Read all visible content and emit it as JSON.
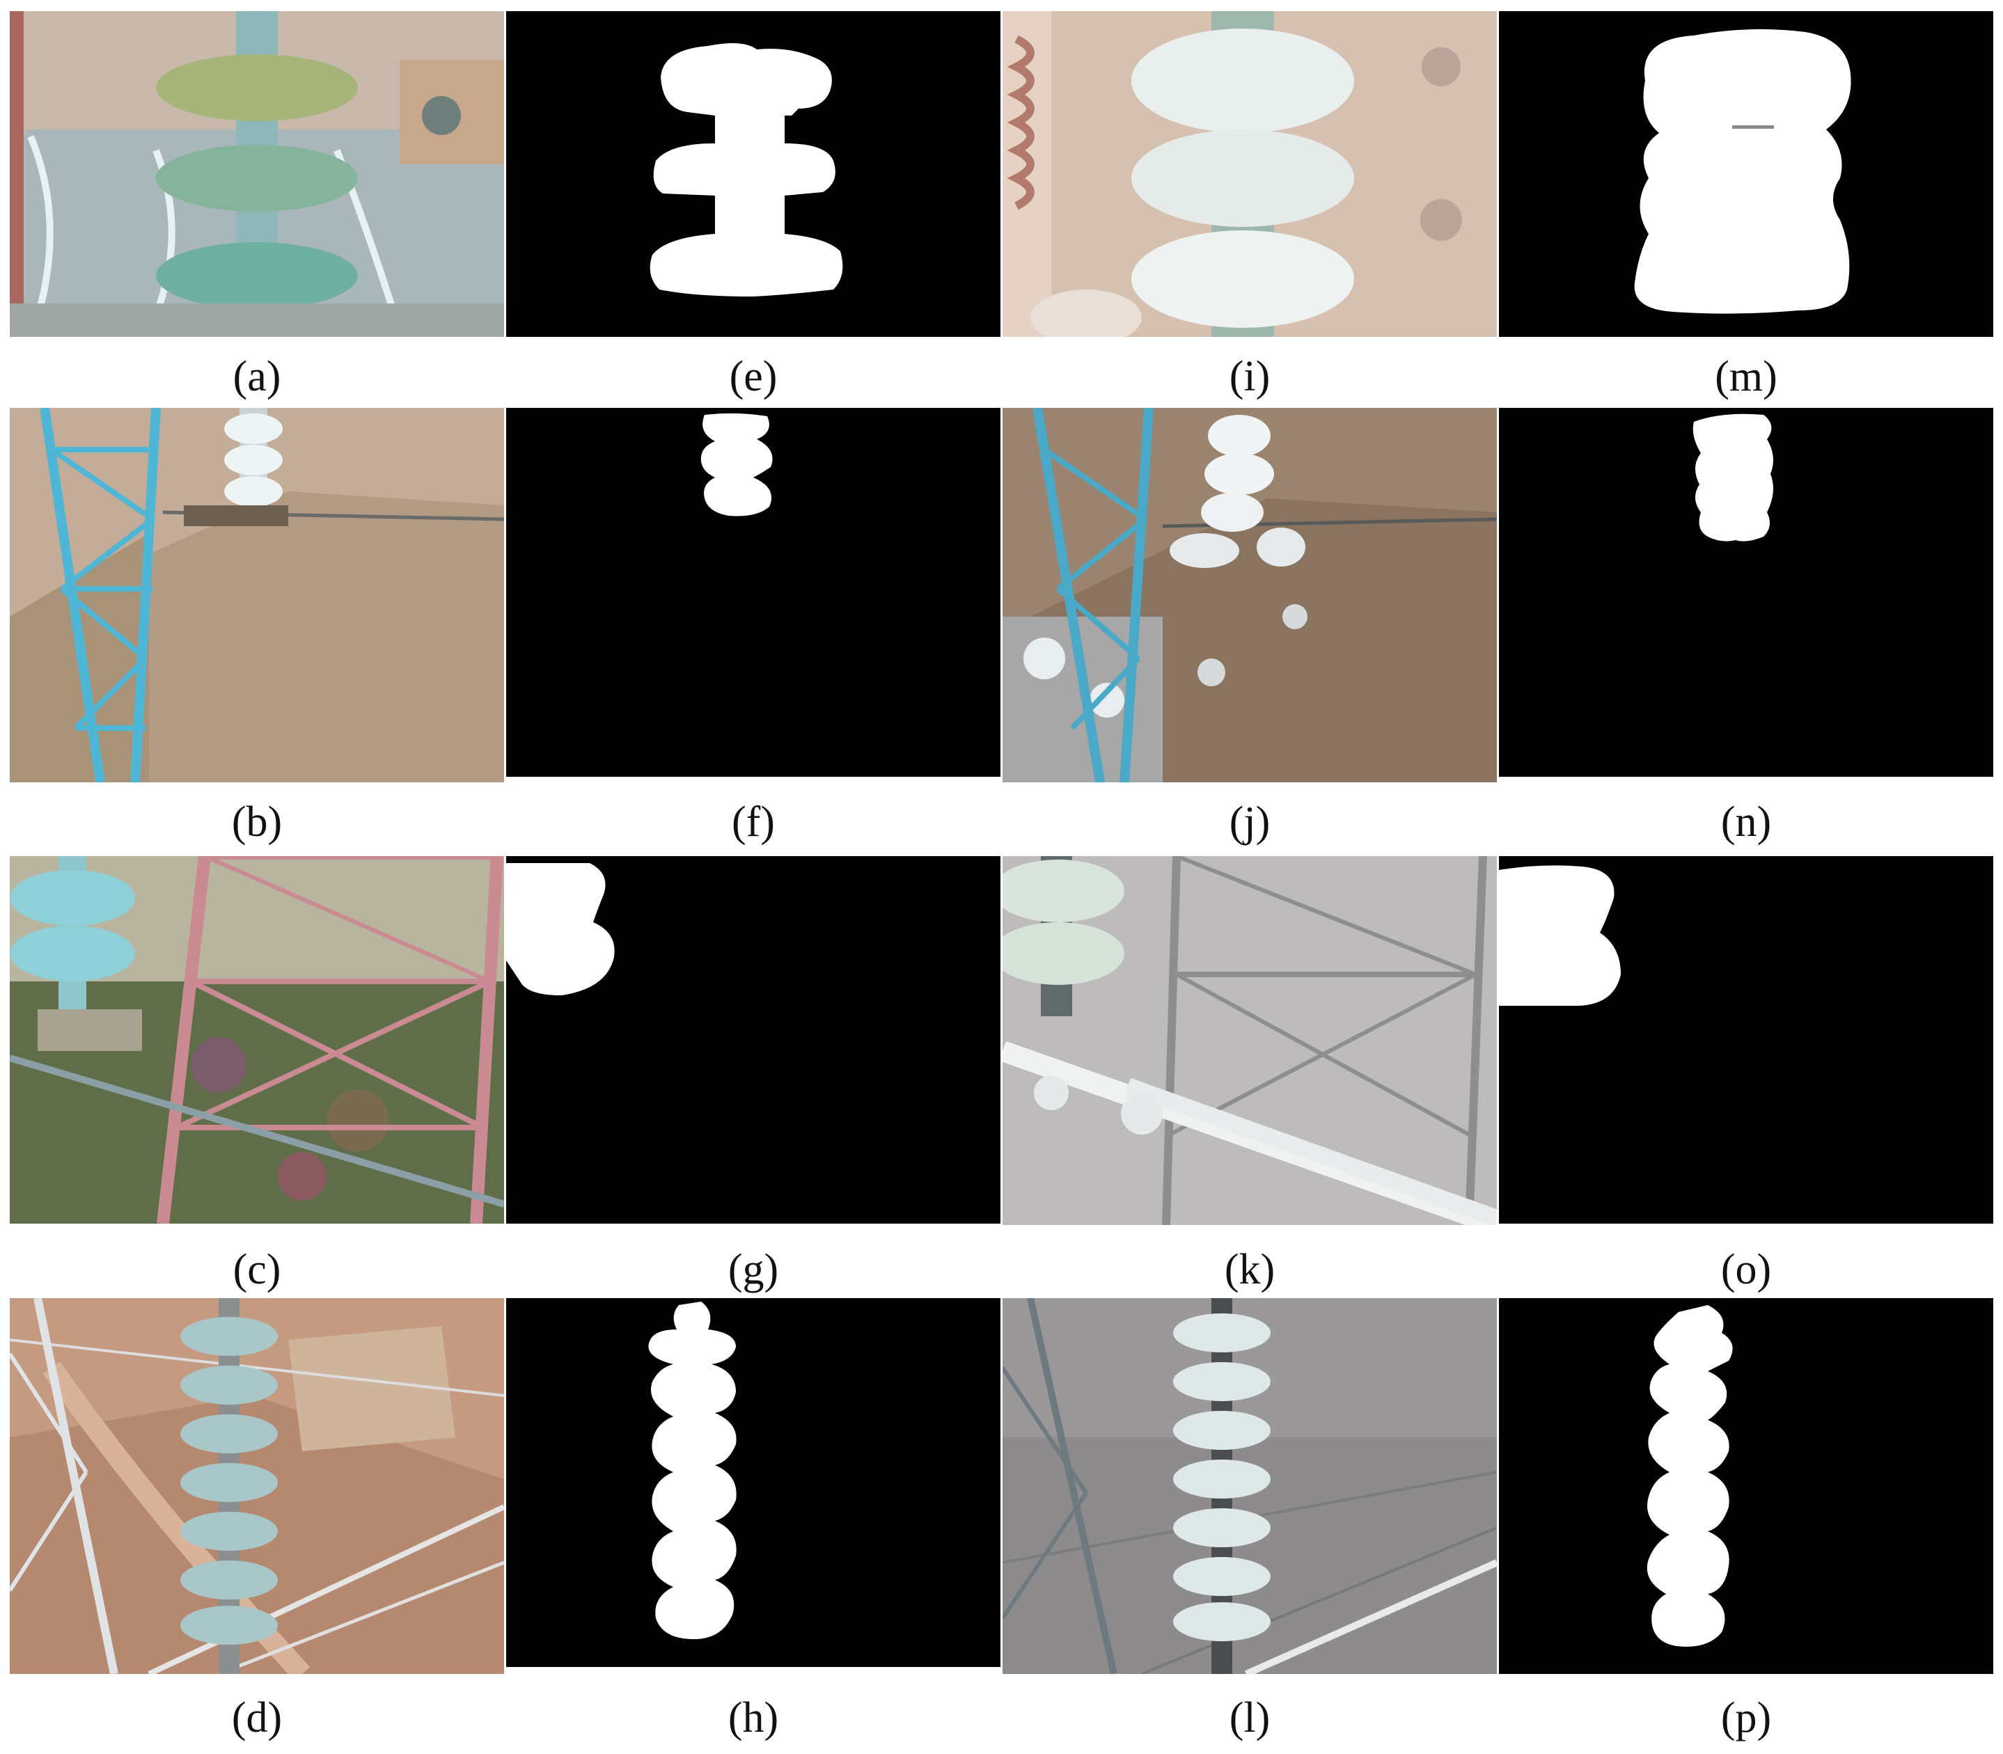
{
  "figure": {
    "columns": [
      {
        "role": "normal-image",
        "labels": [
          "(a)",
          "(b)",
          "(c)",
          "(d)"
        ]
      },
      {
        "role": "normal-mask",
        "labels": [
          "(e)",
          "(f)",
          "(g)",
          "(h)"
        ]
      },
      {
        "role": "iced-image",
        "labels": [
          "(i)",
          "(j)",
          "(k)",
          "(l)"
        ]
      },
      {
        "role": "iced-mask",
        "labels": [
          "(m)",
          "(n)",
          "(o)",
          "(p)"
        ]
      }
    ]
  },
  "colors": {
    "mask_background": "#000000",
    "mask_foreground": "#ffffff",
    "tower_blue": "#4fb6d6",
    "tower_red": "#c98a92",
    "glass_green": "#7fbfae",
    "ice_white": "#eef2f2",
    "soil": "#a88a6a",
    "fog": "#c9c9c9"
  }
}
